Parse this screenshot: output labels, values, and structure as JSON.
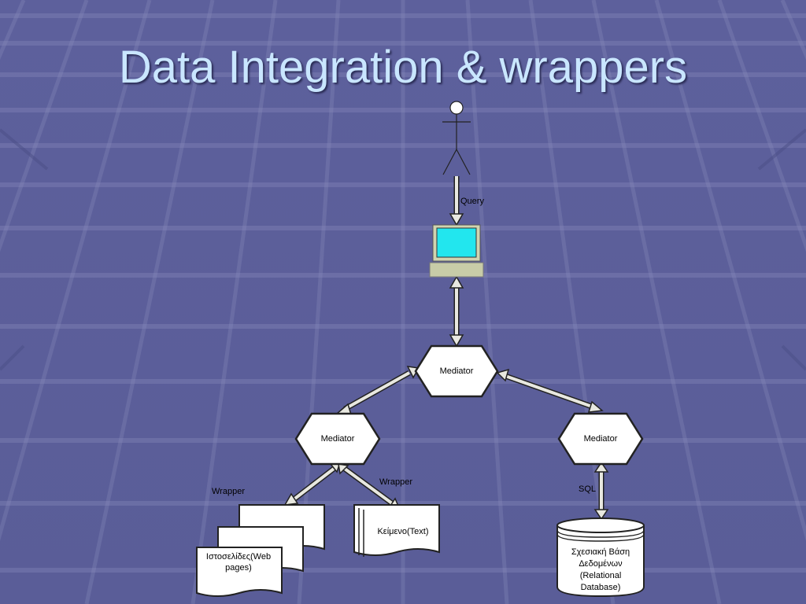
{
  "slide": {
    "title": "Data Integration & wrappers"
  },
  "diagram": {
    "query_label": "Query",
    "mediator_top": "Mediator",
    "mediator_left": "Mediator",
    "mediator_right": "Mediator",
    "wrapper_left_label": "Wrapper",
    "wrapper_right_label": "Wrapper",
    "sql_label": "SQL",
    "web_pages_line1": "Ιστοσελίδες(Web",
    "web_pages_line2": "pages)",
    "text_doc_label": "Κείμενο(Text)",
    "db_line1": "Σχεσιακή Βάση",
    "db_line2": "Δεδομένων",
    "db_line3": "(Relational",
    "db_line4": "Database)"
  },
  "colors": {
    "background": "#5c5f9a",
    "title": "#c9e6ff",
    "screen": "#22e6ee",
    "monitor_base": "#c8cca8"
  }
}
